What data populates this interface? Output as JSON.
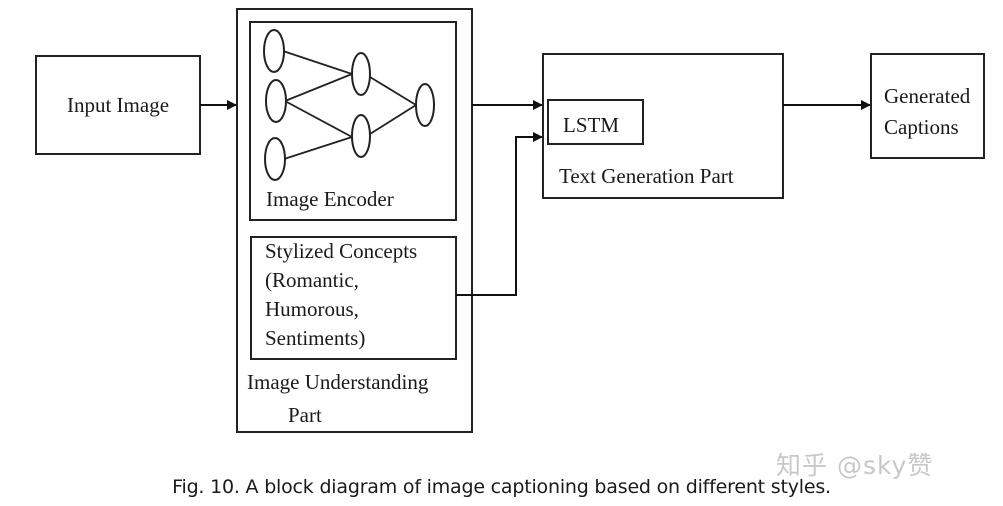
{
  "diagram": {
    "blocks": {
      "input_image": "Input Image",
      "image_encoder": "Image Encoder",
      "stylized_concepts": [
        "Stylized Concepts",
        "(Romantic,",
        "Humorous,",
        "Sentiments)"
      ],
      "image_understanding": [
        "Image Understanding",
        "Part"
      ],
      "lstm": "LSTM",
      "text_generation": "Text Generation Part",
      "generated_captions": [
        "Generated",
        "Captions"
      ]
    },
    "neural_net": {
      "layers": [
        3,
        2,
        1
      ]
    }
  },
  "caption": "Fig. 10.  A block diagram of image captioning based on different styles.",
  "watermark": "知乎 @sky赞"
}
